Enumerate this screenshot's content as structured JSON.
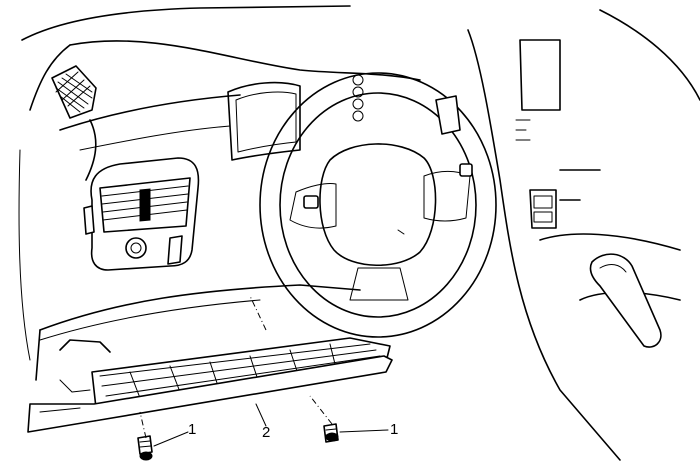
{
  "figure": {
    "callouts": [
      {
        "id": "screw-left",
        "number": "1"
      },
      {
        "id": "knee-bolster",
        "number": "2"
      },
      {
        "id": "screw-right",
        "number": "1"
      }
    ]
  }
}
